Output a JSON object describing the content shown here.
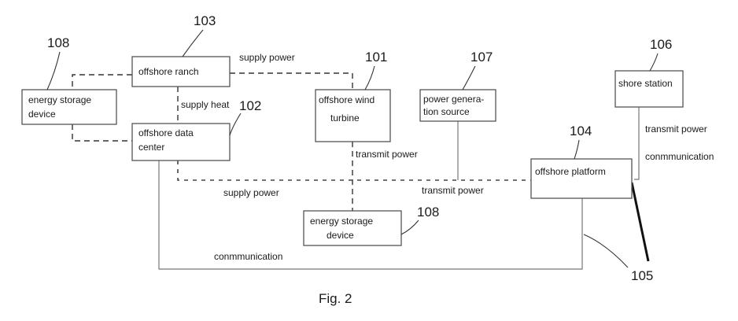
{
  "boxes": {
    "energy_storage_left": {
      "line1": "energy  storage",
      "line2": "device"
    },
    "offshore_ranch": {
      "line1": "offshore ranch"
    },
    "offshore_data_center": {
      "line1": "offshore data",
      "line2": "center"
    },
    "offshore_wind_turbine": {
      "line1": "offshore wind",
      "line2": "turbine"
    },
    "power_generation_source": {
      "line1": "power genera-",
      "line2": "tion source"
    },
    "shore_station": {
      "line1": "shore station"
    },
    "offshore_platform": {
      "line1": "offshore platform"
    },
    "energy_storage_bottom": {
      "line1": "energy  storage",
      "line2": "device"
    }
  },
  "labels": {
    "supply_power_top": "supply power",
    "supply_heat": "supply heat",
    "transmit_power_turbine": "transmit power",
    "supply_power_bottom": "supply power",
    "transmit_power_bus": "transmit power",
    "transmit_power_shore": "transmit power",
    "communication_shore": "conmmunication",
    "communication_bottom": "conmmunication"
  },
  "refs": {
    "r108_left": "108",
    "r103": "103",
    "r101": "101",
    "r107": "107",
    "r106": "106",
    "r102": "102",
    "r104": "104",
    "r108_bottom": "108",
    "r105": "105"
  },
  "caption": "Fig. 2"
}
